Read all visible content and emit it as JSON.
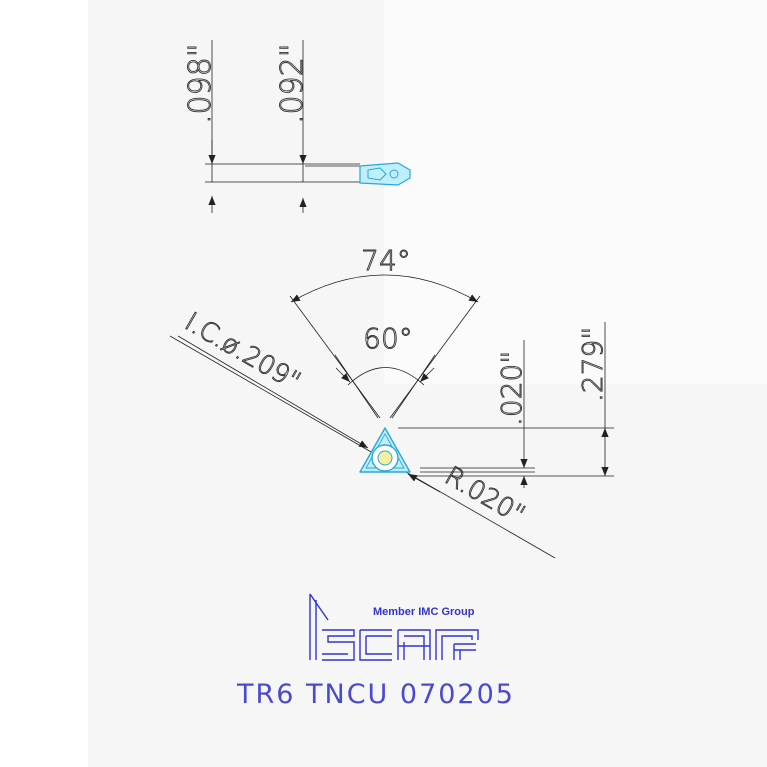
{
  "dimensions": {
    "side_thickness": ".098\"",
    "side_height": ".092\"",
    "angle_outer": "74°",
    "angle_inner": "60°",
    "ic_diameter": "I.C.ø.209\"",
    "height_small": ".020\"",
    "height_large": ".279\"",
    "radius": "R.020\""
  },
  "brand": {
    "tagline": "Member IMC Group",
    "logo_word": "ISCAR",
    "part_number": "TR6 TNCU 070205"
  },
  "colors": {
    "line": "#222222",
    "insert": "#2aa8d8",
    "brand": "#3333cc",
    "background_panel": "#f6f6f6"
  }
}
